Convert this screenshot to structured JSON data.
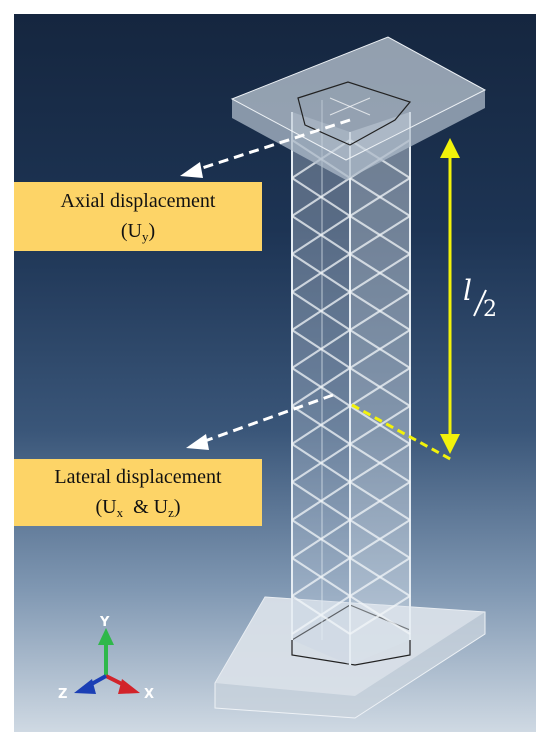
{
  "labels": {
    "axial": {
      "text": "Axial displacement",
      "var_base": "U",
      "var_sub": "y"
    },
    "lateral": {
      "text": "Lateral displacement",
      "var_x_base": "U",
      "var_x_sub": "x",
      "amp": "&",
      "var_z_base": "U",
      "var_z_sub": "z"
    }
  },
  "dimension": {
    "numerator": "l",
    "denominator": "2"
  },
  "triad": {
    "y": "Y",
    "z": "Z",
    "x": "X"
  },
  "colors": {
    "label_fill": "#fdd467",
    "dimension_arrow": "#f2f20a",
    "pointer_arrow": "#ffffff",
    "axis_y": "#2fb84a",
    "axis_x": "#d2232a",
    "axis_z": "#1b3fb5"
  }
}
